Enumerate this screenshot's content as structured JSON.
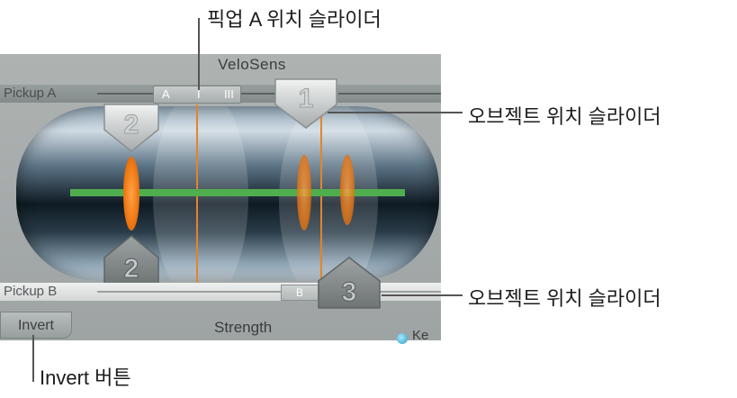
{
  "plugin": {
    "velosens_label": "VeloSens",
    "pickup_a_label": "Pickup A",
    "pickup_b_label": "Pickup B",
    "a_slider": {
      "mark_a": "A",
      "mark_i": "I",
      "mark_iii": "III"
    },
    "b_slider_label": "B",
    "object_markers": {
      "top_1": "1",
      "top_2": "2",
      "bottom_2": "2",
      "bottom_3": "3"
    },
    "invert_label": "Invert",
    "strength_label": "Strength",
    "ke_label": "Ke"
  },
  "callouts": {
    "pickup_a_slider": "픽업 A 위치 슬라이더",
    "object_slider_top": "오브젝트 위치 슬라이더",
    "object_slider_bottom": "오브젝트 위치 슬라이더",
    "invert_button": "Invert 버튼"
  },
  "colors": {
    "string_green": "#4fae4e",
    "pickup_orange": "#e0852e",
    "marker_gray": "#9a9f9f"
  }
}
